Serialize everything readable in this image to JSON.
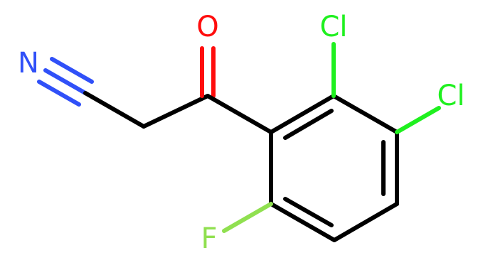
{
  "colors": {
    "bond": "#000000",
    "oxygen": "#ff0d0d",
    "nitrogen": "#3050f8",
    "chlorine": "#1ff01f",
    "fluorine": "#90e050"
  },
  "atoms": {
    "n": "N",
    "o": "O",
    "cl_top": "Cl",
    "cl_right": "Cl",
    "f": "F"
  }
}
